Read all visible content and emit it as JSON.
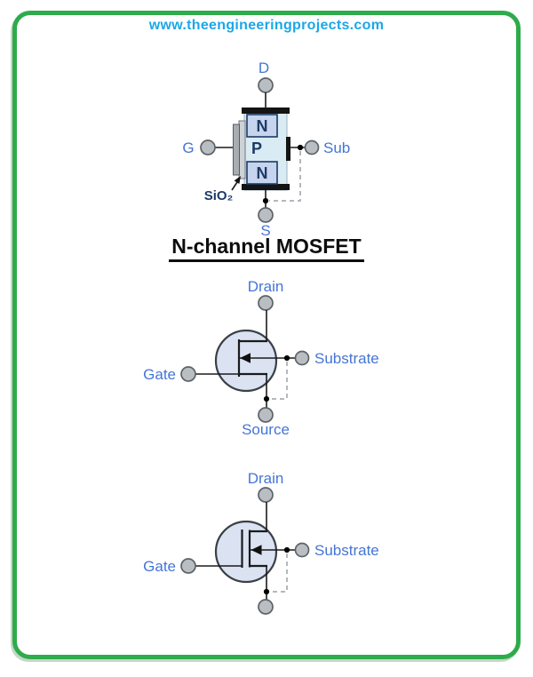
{
  "page": {
    "background_color": "#ffffff",
    "border_color": "#2eab4b"
  },
  "header": {
    "url": "www.theengineeringprojects.com",
    "url_color": "#1ba7e8"
  },
  "title": "N-channel MOSFET",
  "structure_diagram": {
    "drain_label": "D",
    "gate_label": "G",
    "substrate_label": "Sub",
    "source_label": "S",
    "oxide_label": "SiO₂",
    "region_top": "N",
    "region_middle": "P",
    "region_bottom": "N"
  },
  "enhancement_symbol": {
    "drain_label": "Drain",
    "gate_label": "Gate",
    "substrate_label": "Substrate",
    "source_label": "Source"
  },
  "depletion_symbol": {
    "drain_label": "Drain",
    "gate_label": "Gate",
    "substrate_label": "Substrate"
  },
  "colors": {
    "label_blue": "#4575d5",
    "region_navy": "#1d3a66",
    "structure_body_fill": "#d9ecf4",
    "n_region_fill": "#c6d4ee",
    "symbol_circle_fill": "#dbe3f3",
    "terminal_fill": "#b9bec3",
    "wire_color": "#1b1b1b",
    "dashed_line_gray": "#9ba1a7",
    "contact_bar_black": "#141414"
  }
}
